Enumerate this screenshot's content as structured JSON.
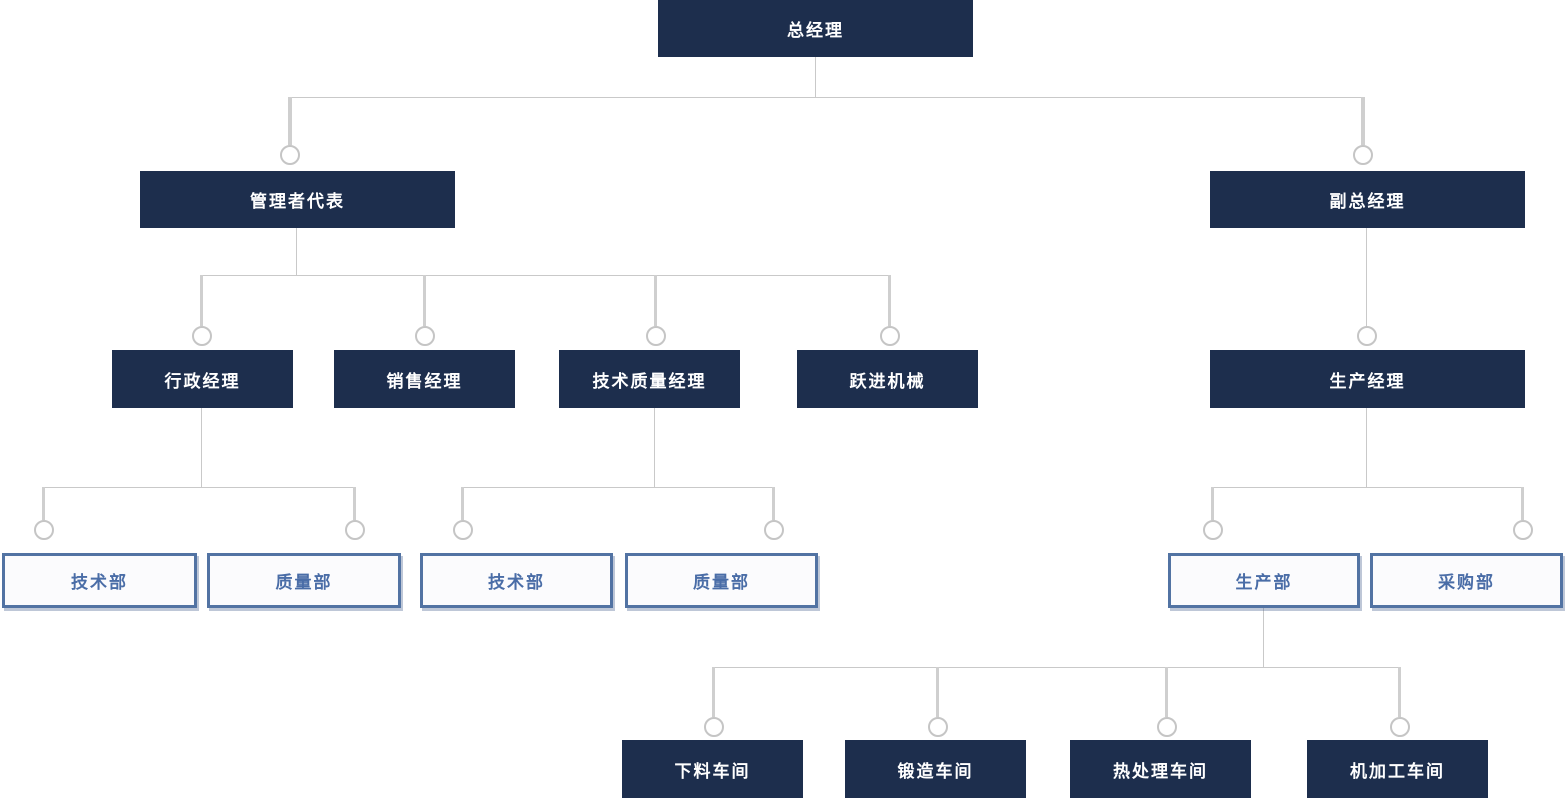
{
  "org_chart": {
    "nodes": {
      "general_manager": "总经理",
      "management_representative": "管理者代表",
      "deputy_general_manager": "副总经理",
      "administrative_manager": "行政经理",
      "sales_manager": "销售经理",
      "technical_quality_manager": "技术质量经理",
      "yuejin_machinery": "跃进机械",
      "production_manager": "生产经理",
      "technical_dept_left": "技术部",
      "quality_dept_left": "质量部",
      "technical_dept_mid": "技术部",
      "quality_dept_mid": "质量部",
      "production_dept": "生产部",
      "purchasing_dept": "采购部",
      "cutting_workshop": "下料车间",
      "forging_workshop": "锻造车间",
      "heat_treatment_workshop": "热处理车间",
      "machining_workshop": "机加工车间"
    },
    "hierarchy": [
      {
        "parent": "总经理",
        "children": [
          "管理者代表",
          "副总经理"
        ]
      },
      {
        "parent": "管理者代表",
        "children": [
          "行政经理",
          "销售经理",
          "技术质量经理",
          "跃进机械"
        ]
      },
      {
        "parent": "副总经理",
        "children": [
          "生产经理"
        ]
      },
      {
        "parent": "行政经理",
        "children": [
          "技术部",
          "质量部"
        ]
      },
      {
        "parent": "技术质量经理",
        "children": [
          "技术部",
          "质量部"
        ]
      },
      {
        "parent": "生产经理",
        "children": [
          "生产部",
          "采购部"
        ]
      },
      {
        "parent": "生产部",
        "children": [
          "下料车间",
          "锻造车间",
          "热处理车间",
          "机加工车间"
        ]
      }
    ],
    "colors": {
      "dark_node_bg": "#1d2e4d",
      "dark_node_text": "#ffffff",
      "light_node_bg": "#fbfbfd",
      "light_node_border": "#5273a3",
      "light_node_text": "#4a6da7",
      "connector_line": "#c9c9c9",
      "connector_circle_border": "#c5c5c5",
      "page_bg": "#ffffff"
    }
  }
}
